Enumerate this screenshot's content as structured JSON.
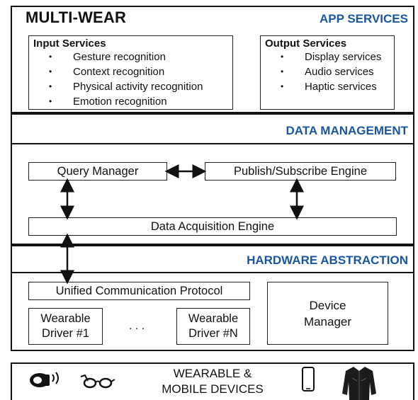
{
  "app": {
    "title": "MULTI-WEAR",
    "app_services_label": "APP SERVICES",
    "data_management_label": "DATA MANAGEMENT",
    "hardware_abstraction_label": "HARDWARE ABSTRACTION"
  },
  "input_services": {
    "title": "Input Services",
    "items": [
      "Gesture recognition",
      "Context recognition",
      "Physical activity recognition",
      "Emotion recognition"
    ]
  },
  "output_services": {
    "title": "Output Services",
    "items": [
      "Display services",
      "Audio services",
      "Haptic services"
    ]
  },
  "data_management": {
    "query_manager": "Query Manager",
    "pubsub_engine": "Publish/Subscribe Engine",
    "data_acquisition": "Data Acquisition Engine"
  },
  "hardware": {
    "ucp": "Unified Communication Protocol",
    "driver1_line1": "Wearable",
    "driver1_line2": "Driver #1",
    "ellipsis": ". . .",
    "driverN_line1": "Wearable",
    "driverN_line2": "Driver #N",
    "device_manager_line1": "Device",
    "device_manager_line2": "Manager"
  },
  "devices": {
    "label_line1": "WEARABLE &",
    "label_line2": "MOBILE DEVICES",
    "icons": [
      "smartwatch-icon",
      "smart-glasses-icon",
      "smartphone-icon",
      "smart-jacket-icon"
    ]
  },
  "colors": {
    "layer_title": "#1a56a0",
    "border": "#111111"
  }
}
